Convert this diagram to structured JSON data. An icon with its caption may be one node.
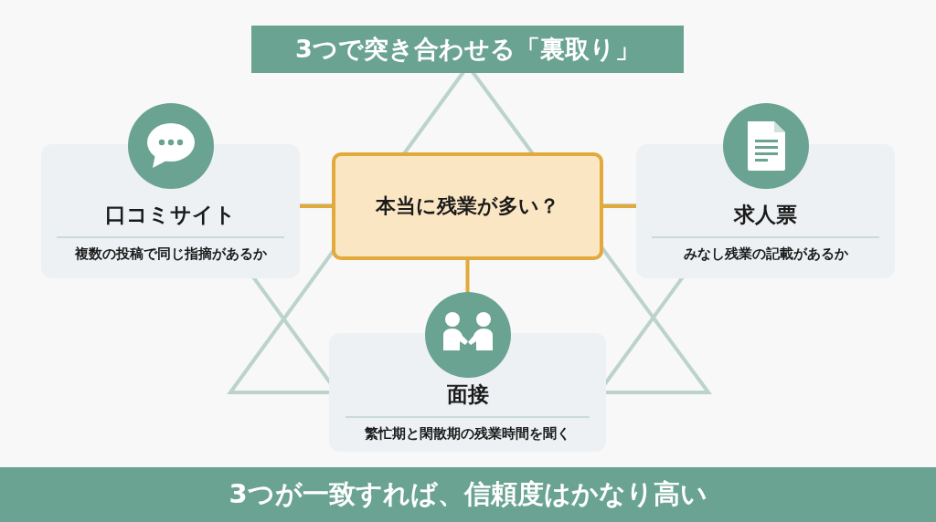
{
  "diagram": {
    "title": "3つで突き合わせる「裏取り」",
    "caption": "3つが一致すれば、信頼度はかなり高い",
    "nodes": [
      {
        "text": [
          "本当に残業が多い？"
        ]
      },
      {
        "text": [
          "口コミサイト",
          "複数の投稿で同じ指摘があるか"
        ]
      },
      {
        "text": [
          "求人票",
          "みなし残業の記載があるか"
        ]
      },
      {
        "text": [
          "面接",
          "繁忙期と閑散期の残業時間を聞く"
        ]
      }
    ],
    "edges": [
      {
        "from": 0,
        "to": 1,
        "arrow": "none"
      },
      {
        "from": 0,
        "to": 2,
        "arrow": "none"
      },
      {
        "from": 0,
        "to": 3,
        "arrow": "none"
      }
    ]
  }
}
